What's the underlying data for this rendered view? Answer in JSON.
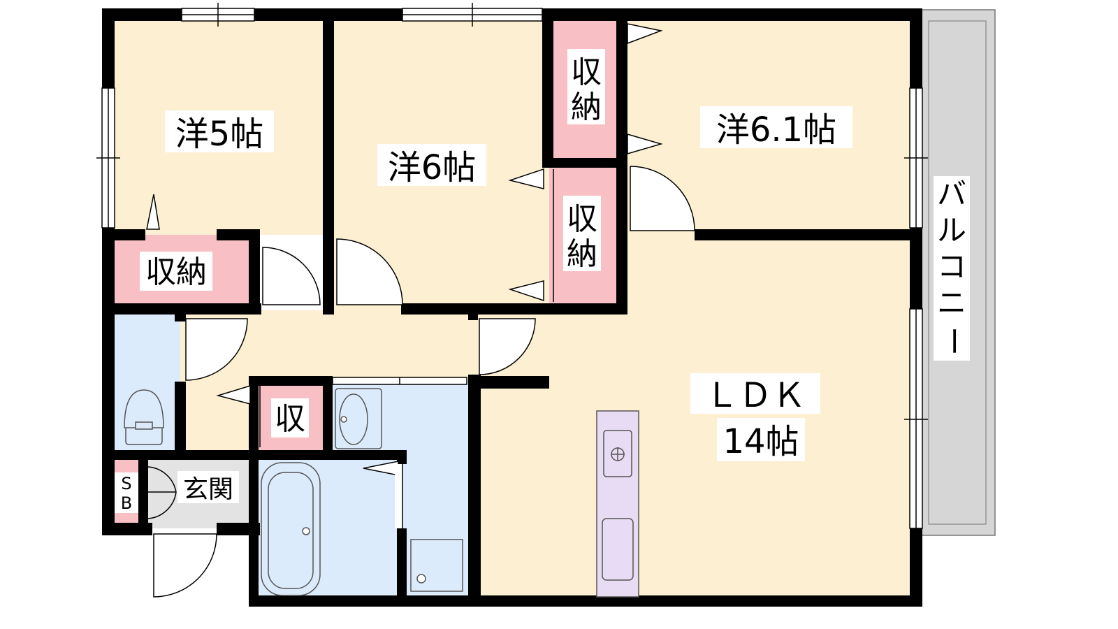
{
  "rooms": {
    "western_5": "洋5帖",
    "western_6": "洋6帖",
    "western_61": "洋6.1帖",
    "ldk_name": "ＬＤＫ",
    "ldk_size": "14帖",
    "entrance": "玄関",
    "balcony_chars": [
      "バ",
      "ル",
      "コ",
      "ニ",
      "ー"
    ]
  },
  "storage": {
    "west5_closet": "収納",
    "closet_top_chars": [
      "収",
      "納"
    ],
    "closet_mid_chars": [
      "収",
      "納"
    ],
    "hall_closet": "収",
    "shoe_box_chars": [
      "S",
      "B"
    ]
  },
  "colors": {
    "wall": "#000000",
    "room_floor": "#fdf0d2",
    "storage": "#f8c0c4",
    "wet_area": "#dcebfb",
    "entrance_floor": "#e3e3e3",
    "balcony": "#d6d6d6",
    "kitchen": "#e7dcf3",
    "fixture_stroke": "#555555"
  }
}
